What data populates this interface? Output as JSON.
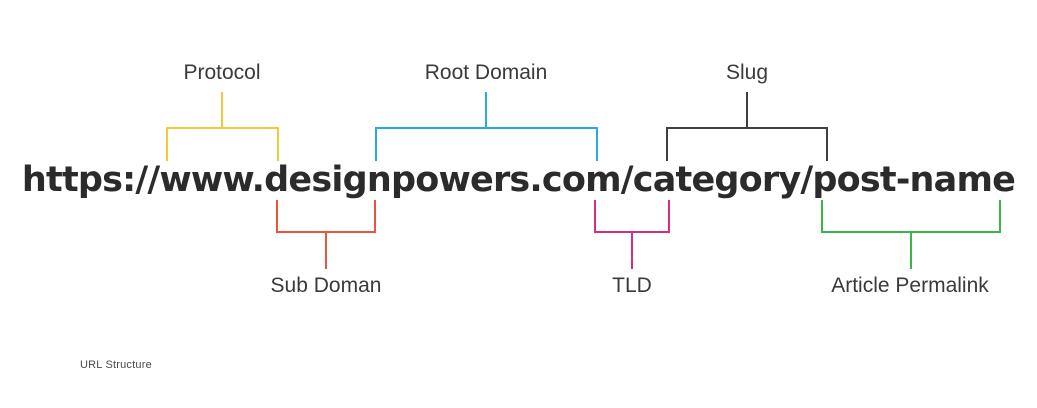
{
  "diagram": {
    "caption": "URL Structure",
    "url": "https://www.designpowers.com/category/post-name",
    "colors": {
      "protocol": "#F2C938",
      "root_domain": "#29ABE2",
      "slug": "#3F3F3F",
      "sub_domain": "#E8543F",
      "tld": "#D62E7F",
      "article_permalink": "#3BB54A",
      "text": "#2b2b2b",
      "label_text": "#3a3a3a",
      "background": "#ffffff"
    },
    "parts": [
      {
        "id": "protocol",
        "label": "Protocol",
        "segment": "https://",
        "position": "above",
        "color": "#F2C938"
      },
      {
        "id": "root-domain",
        "label": "Root Domain",
        "segment": "designpowers.com",
        "position": "above",
        "color": "#29ABE2"
      },
      {
        "id": "slug",
        "label": "Slug",
        "segment": "category/post-name",
        "position": "above",
        "color": "#3F3F3F"
      },
      {
        "id": "sub-domain",
        "label": "Sub Doman",
        "segment": "www",
        "position": "below",
        "color": "#E8543F"
      },
      {
        "id": "tld",
        "label": "TLD",
        "segment": ".com",
        "position": "below",
        "color": "#D62E7F"
      },
      {
        "id": "article-permalink",
        "label": "Article Permalink",
        "segment": "post-name",
        "position": "below",
        "color": "#3BB54A"
      }
    ]
  }
}
